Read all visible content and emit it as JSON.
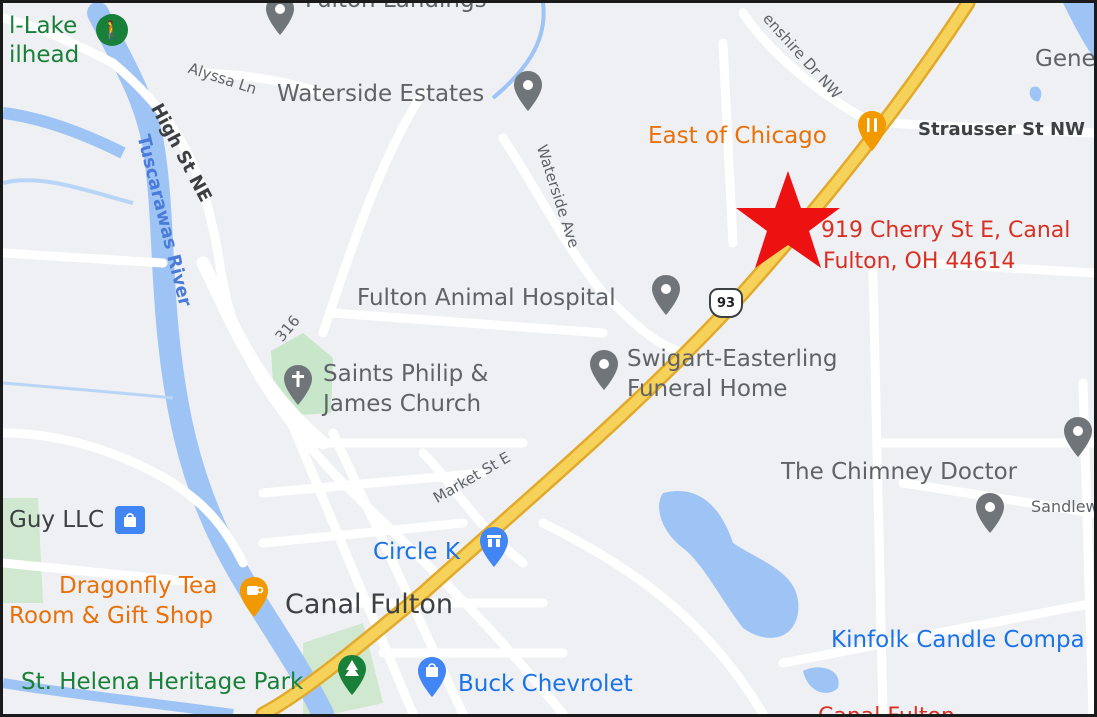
{
  "map": {
    "places": {
      "trailhead_top": "l-Lake",
      "trailhead_bottom": "ilhead",
      "fulton_landings": "Fulton Landings",
      "waterside_estates": "Waterside Estates",
      "geneva": "Gene",
      "east_of_chicago": "East of Chicago",
      "fulton_animal_hospital": "Fulton Animal Hospital",
      "saints_line1": "Saints Philip &",
      "saints_line2": "James Church",
      "swigart_line1": "Swigart-Easterling",
      "swigart_line2": "Funeral Home",
      "chimney_doctor": "The Chimney Doctor",
      "guy_llc": "Guy LLC",
      "circle_k": "Circle K",
      "dragonfly_line1": "Dragonfly Tea",
      "dragonfly_line2": "Room & Gift Shop",
      "canal_fulton": "Canal Fulton",
      "kinfolk": "Kinfolk Candle Compa",
      "st_helena": "St. Helena Heritage Park",
      "buck_chevrolet": "Buck Chevrolet",
      "canal_fulton_bottom": "Canal Fulton"
    },
    "streets": {
      "alyssa": "Alyssa Ln",
      "high_st": "High St NE",
      "waterside_ave": "Waterside Ave",
      "enshire": "enshire Dr NW",
      "strausser": "Strausser St NW",
      "market": "Market St E",
      "sandlew": "Sandlew",
      "route_316": "316",
      "route_93": "93"
    },
    "water": {
      "river": "Tuscarawas River"
    },
    "address": {
      "line1": "919 Cherry St E, Canal",
      "line2": "Fulton, OH 44614"
    },
    "colors": {
      "background": "#eef0f3",
      "highway": "#f3c542",
      "water": "#9ec4f5",
      "park": "#c8e6c9",
      "marker_star": "#ee1111",
      "address_text": "#d93025"
    },
    "icons": {
      "hiking": "hiking-icon",
      "pin": "location-pin-icon",
      "restaurant": "fork-knife-icon",
      "church": "cross-icon",
      "shopping": "shopping-bag-icon",
      "cafe": "coffee-cup-icon",
      "park": "tree-icon",
      "gas_station": "gas-station-icon",
      "star": "star-marker-icon"
    }
  }
}
